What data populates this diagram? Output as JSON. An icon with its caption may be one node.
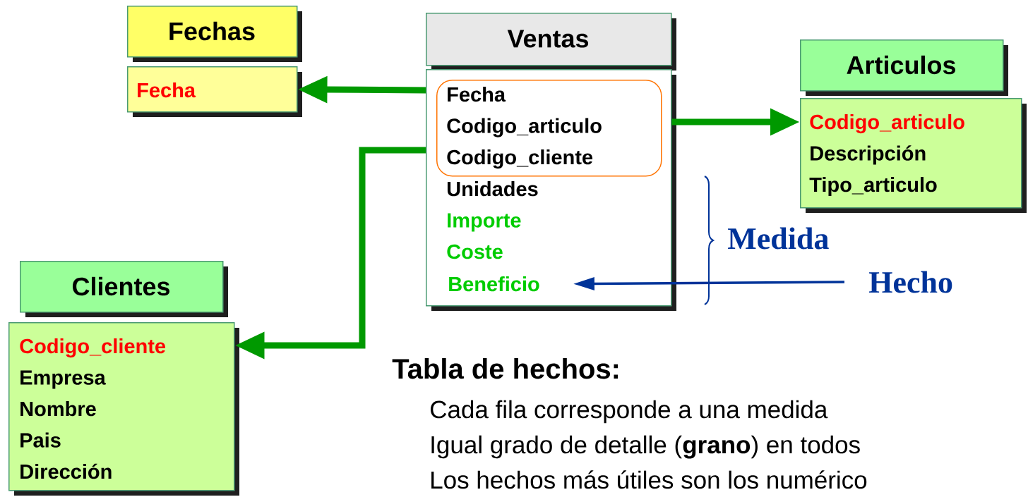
{
  "diagram": {
    "nodes": [
      {
        "text": [
          "Fechas"
        ]
      },
      {
        "text": [
          "Fecha"
        ]
      },
      {
        "text": [
          "Ventas"
        ]
      },
      {
        "text": [
          "Unidades",
          "Importe",
          "Coste"
        ]
      },
      {
        "text": [
          "Fecha",
          "Codigo_articulo",
          "Codigo_cliente"
        ],
        "in": 3
      },
      {
        "text": [
          "Beneficio"
        ],
        "in": 3
      },
      {
        "text": [
          "Articulos"
        ]
      },
      {
        "text": [
          "Codigo_articulo",
          "Descripción",
          "Tipo_articulo"
        ]
      },
      {
        "text": [
          "Clientes"
        ]
      },
      {
        "text": [
          "Codigo_cliente",
          "Empresa",
          "Nombre",
          "Pais",
          "Dirección"
        ]
      },
      {
        "text": [
          "Hecho"
        ]
      }
    ],
    "edges": [
      {
        "from": 3,
        "to": 1,
        "arrow": "to"
      },
      {
        "from": 3,
        "to": 7,
        "arrow": "to"
      },
      {
        "from": 3,
        "to": 9,
        "arrow": "to"
      },
      {
        "from": 10,
        "to": 5,
        "arrow": "to",
        "color": "#003399"
      }
    ],
    "labels": [
      "Medida",
      "Tabla de hechos:",
      "Cada fila corresponde a una medida",
      "Igual grado de detalle (**grano**) en todos",
      "Los hechos más útiles son los numérico"
    ]
  }
}
